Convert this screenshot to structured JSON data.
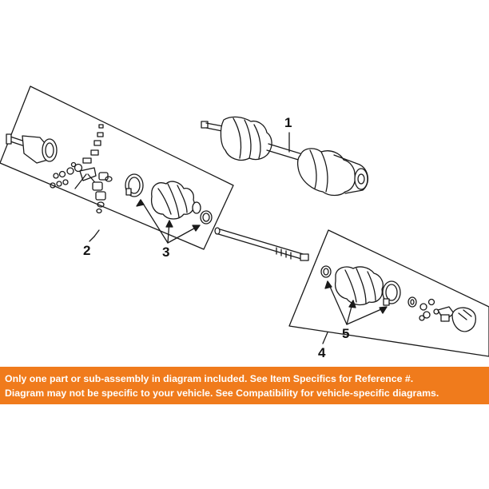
{
  "callouts": {
    "c1": "1",
    "c2": "2",
    "c3": "3",
    "c4": "4",
    "c5": "5"
  },
  "banner": {
    "line1": "Only one part or sub-assembly in diagram included. See Item Specifics for Reference #.",
    "line2": "Diagram may not be specific to your vehicle. See Compatibility for vehicle-specific diagrams."
  },
  "colors": {
    "banner_bg": "#f07b1c",
    "banner_text": "#ffffff",
    "line_art": "#1a1a1a"
  }
}
